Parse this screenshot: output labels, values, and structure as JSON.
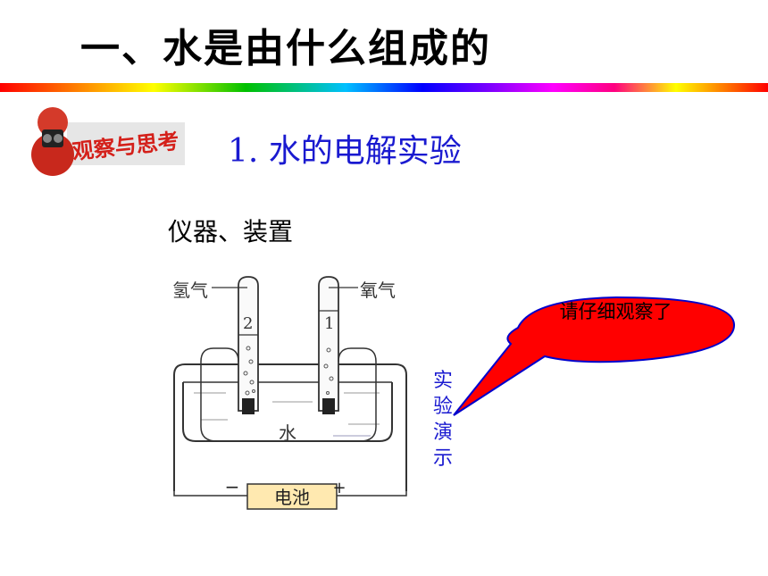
{
  "slide": {
    "title": "一、水是由什么组成的",
    "badge_text": "观察与思考",
    "heading": "1. 水的电解实验",
    "subheading": "仪器、装置"
  },
  "apparatus": {
    "hydrogen_label": "氢气",
    "oxygen_label": "氧气",
    "tube_left_number": "2",
    "tube_right_number": "1",
    "water_label": "水",
    "battery_label": "电池",
    "negative_sign": "−",
    "positive_sign": "+"
  },
  "demo_label": "实验演示",
  "callout": {
    "text": "请仔细观察了"
  },
  "colors": {
    "title_text": "#000000",
    "heading_text": "#1a1ad0",
    "callout_fill": "#ff0000",
    "callout_border": "#0000cc",
    "battery_fill": "#ffe9b0"
  }
}
